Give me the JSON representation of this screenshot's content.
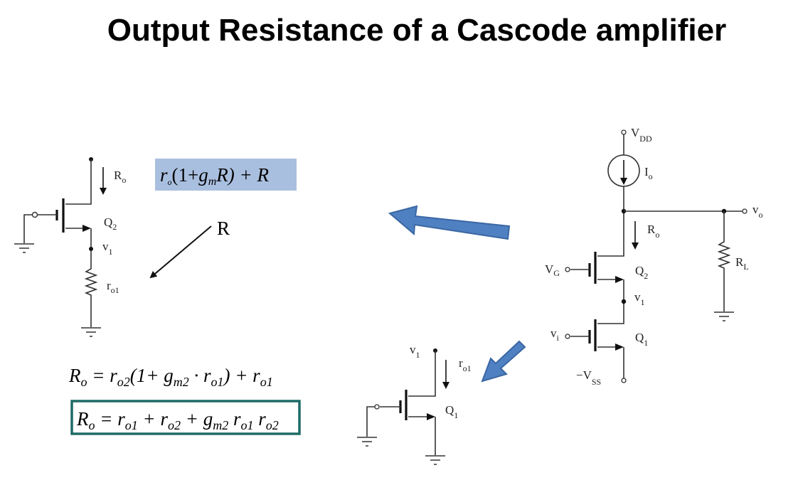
{
  "slide": {
    "title": "Output Resistance of a Cascode amplifier",
    "colors": {
      "highlight": "#a9bfdf",
      "box_border": "#1e6b66",
      "arrow_fill": "#4f80c2",
      "arrow_stroke": "#3b67a3"
    }
  },
  "left_circuit": {
    "ro": {
      "base": "R",
      "sub": "o"
    },
    "q2": {
      "base": "Q",
      "sub": "2"
    },
    "v1": {
      "base": "v",
      "sub": "1"
    },
    "ro1": {
      "base": "r",
      "sub": "o1"
    },
    "r_label": "R",
    "formula": {
      "r": "r",
      "o": "o",
      "a": "(1+",
      "g": "g",
      "m": "m",
      "b": "R) + R"
    }
  },
  "equations": {
    "eq1": {
      "R": "R",
      "o": "o",
      "p1": " = r",
      "s1": "o2",
      "p2": "(1+ g",
      "s2": "m2",
      "p3": " · r",
      "s3": "o1",
      "p4": ") + r",
      "s4": "o1"
    },
    "eq2": {
      "R": "R",
      "o": "o",
      "p1": " = r",
      "s1": "o1",
      "p2": " + r",
      "s2": "o2",
      "p3": " + g",
      "s3": "m2",
      "p4": " r",
      "s4": "o1",
      "p5": " r",
      "s5": "o2"
    }
  },
  "right_circuit": {
    "vdd": {
      "base": "V",
      "sub": "DD"
    },
    "io": {
      "base": "I",
      "sub": "o"
    },
    "vo": {
      "base": "v",
      "sub": "o"
    },
    "ro": {
      "base": "R",
      "sub": "o"
    },
    "rl": {
      "base": "R",
      "sub": "L"
    },
    "vg": {
      "base": "V",
      "sub": "G"
    },
    "q2": {
      "base": "Q",
      "sub": "2"
    },
    "v1": {
      "base": "v",
      "sub": "1"
    },
    "vi": {
      "base": "v",
      "sub": "i"
    },
    "q1": {
      "base": "Q",
      "sub": "1"
    },
    "vss": {
      "base": "−V",
      "sub": "SS"
    }
  },
  "small_circuit": {
    "v1": {
      "base": "v",
      "sub": "1"
    },
    "ro1": {
      "base": "r",
      "sub": "o1"
    },
    "q1": {
      "base": "Q",
      "sub": "1"
    }
  }
}
